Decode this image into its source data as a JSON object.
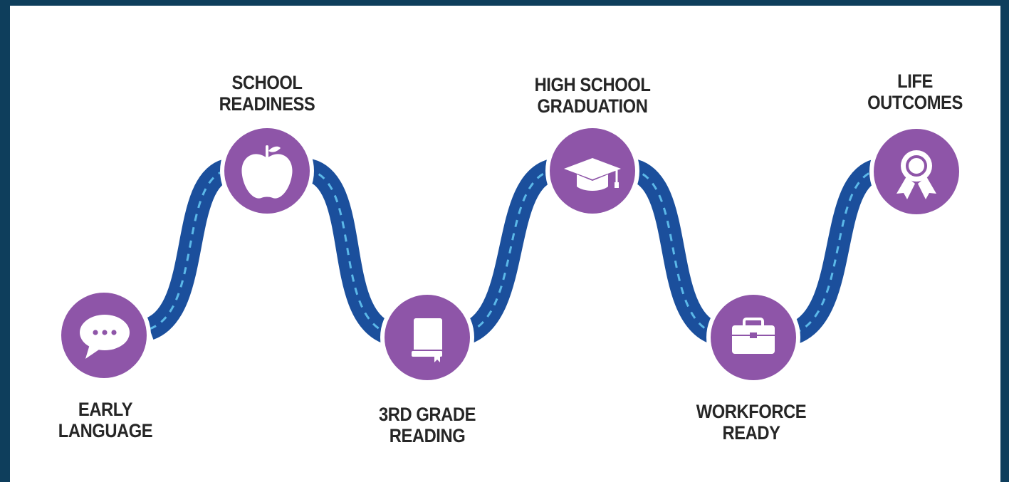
{
  "stages": [
    {
      "line1": "EARLY",
      "line2": "LANGUAGE",
      "icon": "speech-bubble-icon"
    },
    {
      "line1": "SCHOOL",
      "line2": "READINESS",
      "icon": "apple-icon"
    },
    {
      "line1": "3RD GRADE",
      "line2": "READING",
      "icon": "book-icon"
    },
    {
      "line1": "HIGH SCHOOL",
      "line2": "GRADUATION",
      "icon": "graduation-cap-icon"
    },
    {
      "line1": "WORKFORCE",
      "line2": "READY",
      "icon": "briefcase-icon"
    },
    {
      "line1": "LIFE",
      "line2": "OUTCOMES",
      "icon": "award-ribbon-icon"
    }
  ],
  "colors": {
    "frame": "#0e3e5c",
    "road": "#1b4f9c",
    "road_dash": "#5bb8e8",
    "circle": "#8e55a8",
    "icon": "#ffffff",
    "label": "#262626"
  }
}
